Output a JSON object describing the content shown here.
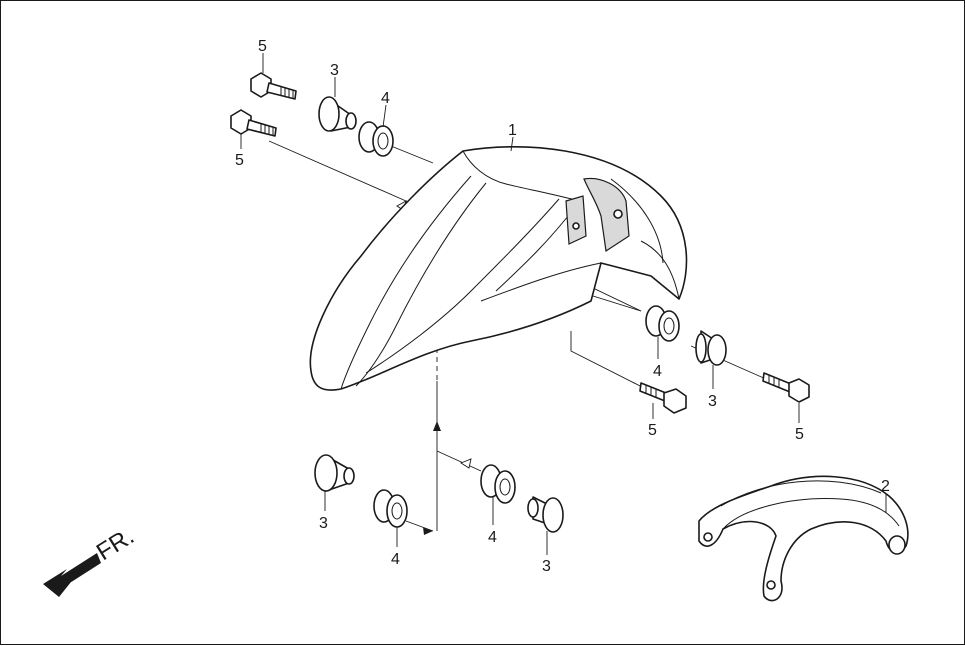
{
  "labels": {
    "fender": "1",
    "bracket": "2",
    "collar": "3",
    "grommet": "4",
    "bolt": "5"
  },
  "direction": {
    "text": "FR."
  }
}
